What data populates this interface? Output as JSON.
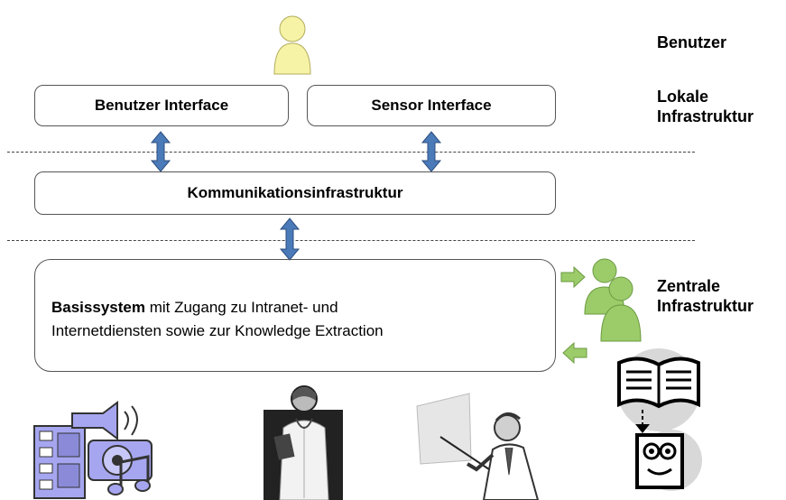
{
  "labels": {
    "benutzer": "Benutzer",
    "lokale_line1": "Lokale",
    "lokale_line2": "Infrastruktur",
    "zentrale_line1": "Zentrale",
    "zentrale_line2": "Infrastruktur"
  },
  "boxes": {
    "benutzer_interface": "Benutzer Interface",
    "sensor_interface": "Sensor Interface",
    "kommunikation": "Kommunikationsinfrastruktur",
    "basis_bold": "Basissystem",
    "basis_rest1": " mit Zugang zu Intranet- und",
    "basis_line2": "Internetdiensten sowie zur Knowledge Extraction"
  },
  "colors": {
    "user_figure": "#f7f3a6",
    "central_figures": "#9ccc6a",
    "arrow_blue": "#4a7ab8",
    "arrow_green": "#9ccc6a",
    "clipart_purple": "#a6a6f0"
  },
  "icons": [
    "user-icon",
    "central-users-icon",
    "book-reader-icon",
    "multimedia-clipart",
    "doctor-clipart",
    "presenter-clipart"
  ]
}
